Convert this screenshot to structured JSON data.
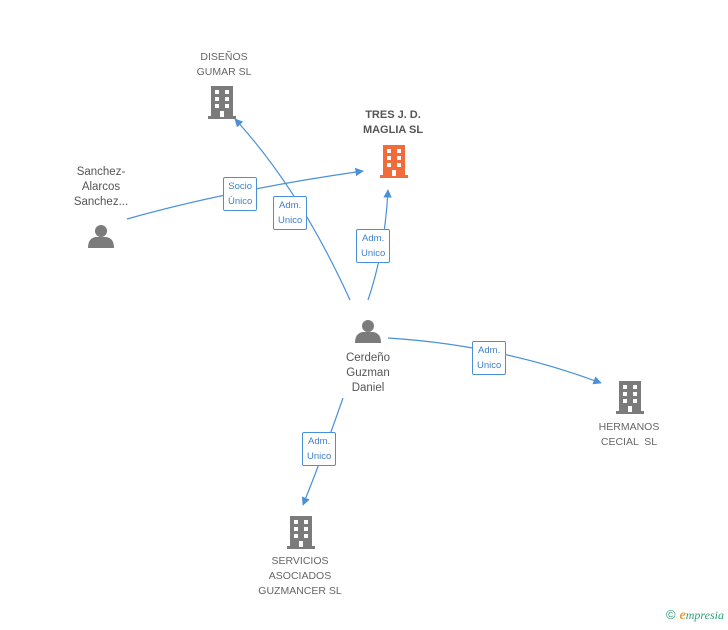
{
  "colors": {
    "edge": "#4a90d9",
    "company": "#7b7b7b",
    "company_main": "#f26b3a",
    "person": "#7b7b7b"
  },
  "nodes": {
    "disenos": {
      "lines": [
        "DISEÑOS",
        "GUMAR SL"
      ],
      "icon": "building-icon"
    },
    "tres": {
      "lines": [
        "TRES J. D.",
        "MAGLIA SL"
      ],
      "icon": "building-icon"
    },
    "sanchez": {
      "lines": [
        "Sanchez-",
        "Alarcos",
        "Sanchez..."
      ],
      "icon": "person-icon"
    },
    "cerdeno": {
      "lines": [
        "Cerdeño",
        "Guzman",
        "Daniel"
      ],
      "icon": "person-icon"
    },
    "hermanos": {
      "lines": [
        "HERMANOS",
        "CECIAL  SL"
      ],
      "icon": "building-icon"
    },
    "servicios": {
      "lines": [
        "SERVICIOS",
        "ASOCIADOS",
        "GUZMANCER SL"
      ],
      "icon": "building-icon"
    }
  },
  "edges": {
    "socio": [
      "Socio",
      "Único"
    ],
    "adm_disenos": [
      "Adm.",
      "Unico"
    ],
    "adm_tres": [
      "Adm.",
      "Unico"
    ],
    "adm_hermanos": [
      "Adm.",
      "Unico"
    ],
    "adm_servicios": [
      "Adm.",
      "Unico"
    ]
  },
  "footer": {
    "copyright": "©",
    "brand_initial": "e",
    "brand_rest": "mpresia"
  }
}
